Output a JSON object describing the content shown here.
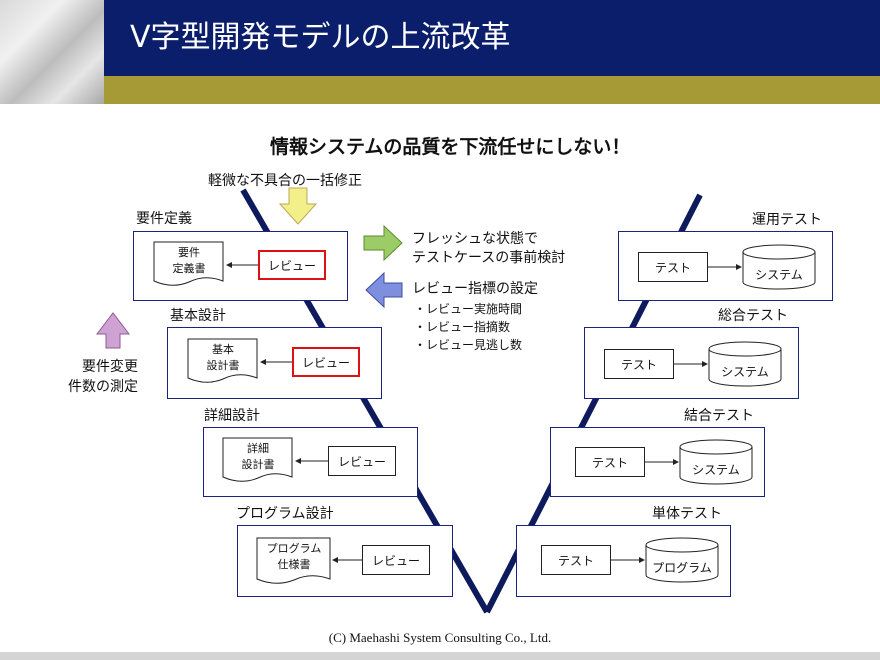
{
  "slide": {
    "title": "V字型開発モデルの上流改革",
    "subtitle": "情報システムの品質を下流任せにしない！",
    "footer": "(C) Maehashi System Consulting Co., Ltd."
  },
  "annotations": {
    "minor_fix": "軽微な不具合の一括修正",
    "fresh_line1": "フレッシュな状態で",
    "fresh_line2": "テストケースの事前検討",
    "review_metrics": "レビュー指標の設定",
    "metric_items": [
      "・レビュー実施時間",
      "・レビュー指摘数",
      "・レビュー見逃し数"
    ],
    "req_change_line1": "要件変更",
    "req_change_line2": "件数の測定"
  },
  "left_phases": [
    {
      "label": "要件定義",
      "doc_line1": "要件",
      "doc_line2": "定義書",
      "review": "レビュー",
      "highlight": true
    },
    {
      "label": "基本設計",
      "doc_line1": "基本",
      "doc_line2": "設計書",
      "review": "レビュー",
      "highlight": true
    },
    {
      "label": "詳細設計",
      "doc_line1": "詳細",
      "doc_line2": "設計書",
      "review": "レビュー",
      "highlight": false
    },
    {
      "label": "プログラム設計",
      "doc_line1": "プログラム",
      "doc_line2": "仕様書",
      "review": "レビュー",
      "highlight": false
    }
  ],
  "right_phases": [
    {
      "label": "運用テスト",
      "test": "テスト",
      "target": "システム"
    },
    {
      "label": "総合テスト",
      "test": "テスト",
      "target": "システム"
    },
    {
      "label": "結合テスト",
      "test": "テスト",
      "target": "システム"
    },
    {
      "label": "単体テスト",
      "test": "テスト",
      "target": "プログラム"
    }
  ],
  "colors": {
    "header_bg": "#0b1e6b",
    "gold_bar": "#a59a36",
    "v_line": "#0d1a5c",
    "review_highlight": "#d11111",
    "arrow_yellow": "#f3f08a",
    "arrow_green": "#9ccc65",
    "arrow_blue": "#7f8fe0",
    "arrow_pink": "#cfa2d4"
  }
}
